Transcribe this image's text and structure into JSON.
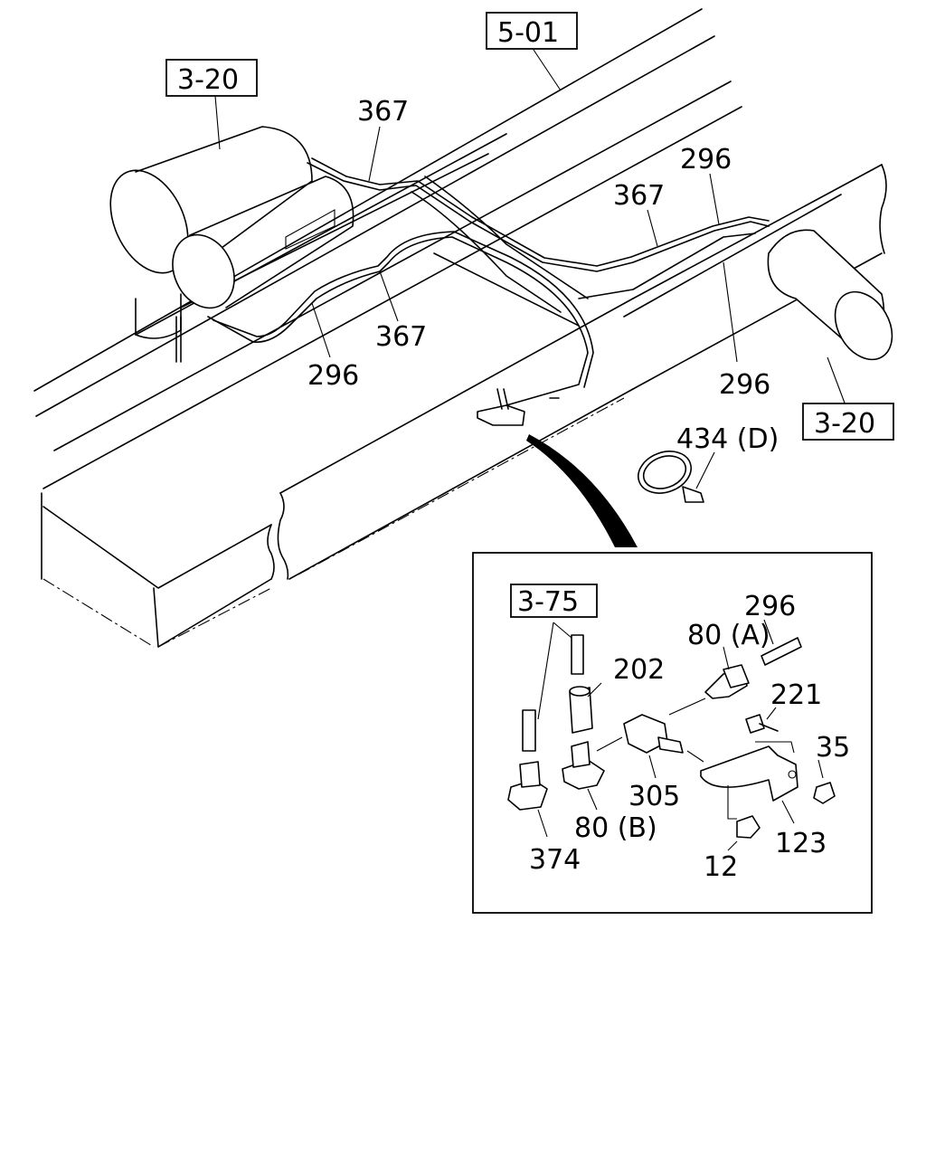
{
  "refs": {
    "ref_5_01": "5-01",
    "ref_3_20_left": "3-20",
    "ref_3_20_right": "3-20",
    "ref_3_75": "3-75"
  },
  "callouts": {
    "c367_top": "367",
    "c367_mid": "367",
    "c367_bottom": "367",
    "c296_right_top": "296",
    "c296_left": "296",
    "c296_right": "296",
    "c434": "434 (D)"
  },
  "detail": {
    "c296": "296",
    "c80a": "80 (A)",
    "c202": "202",
    "c221": "221",
    "c35": "35",
    "c305": "305",
    "c80b": "80 (B)",
    "c374": "374",
    "c123": "123",
    "c12": "12"
  }
}
